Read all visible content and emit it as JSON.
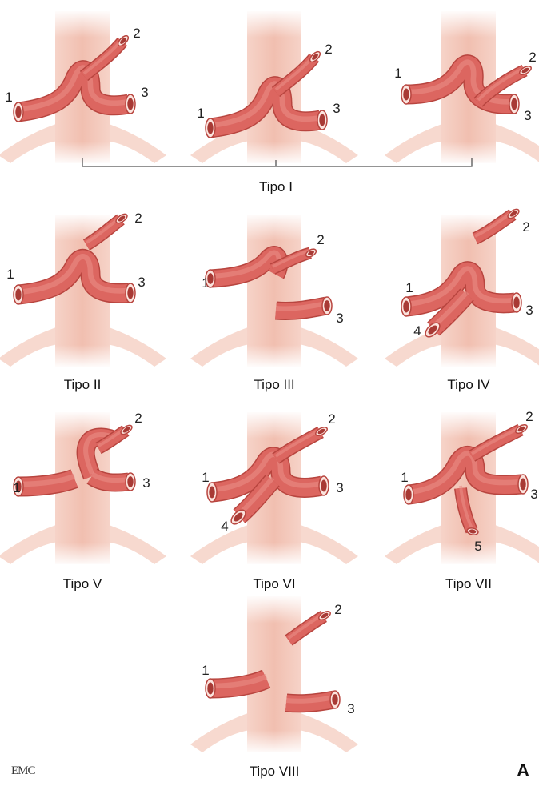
{
  "panels": [
    {
      "id": "p1",
      "label": "",
      "labels": {
        "1": "1",
        "2": "2",
        "3": "3"
      }
    },
    {
      "id": "p2",
      "label": "",
      "labels": {
        "1": "1",
        "2": "2",
        "3": "3"
      }
    },
    {
      "id": "p3",
      "label": "",
      "labels": {
        "1": "1",
        "2": "2",
        "3": "3"
      }
    },
    {
      "id": "p4",
      "label": "Tipo II",
      "labels": {
        "1": "1",
        "2": "2",
        "3": "3"
      }
    },
    {
      "id": "p5",
      "label": "Tipo III",
      "labels": {
        "1": "1",
        "2": "2",
        "3": "3"
      }
    },
    {
      "id": "p6",
      "label": "Tipo IV",
      "labels": {
        "1": "1",
        "2": "2",
        "3": "3",
        "4": "4"
      }
    },
    {
      "id": "p7",
      "label": "Tipo V",
      "labels": {
        "1": "1",
        "2": "2",
        "3": "3"
      }
    },
    {
      "id": "p8",
      "label": "Tipo VI",
      "labels": {
        "1": "1",
        "2": "2",
        "3": "3",
        "4": "4"
      }
    },
    {
      "id": "p9",
      "label": "Tipo VII",
      "labels": {
        "1": "1",
        "2": "2",
        "3": "3",
        "5": "5"
      }
    },
    {
      "id": "p10",
      "label": "Tipo VIII",
      "labels": {
        "1": "1",
        "2": "2",
        "3": "3"
      }
    }
  ],
  "group_label": "Tipo I",
  "figure_letter": "A",
  "logo_text": "EMC",
  "colors": {
    "vein_body": "#f3c6b8",
    "vessel": "#dc6660",
    "vessel_dark": "#b8453f",
    "lumen_ring": "#fbe3dd",
    "lumen_inner": "#a83a35"
  }
}
